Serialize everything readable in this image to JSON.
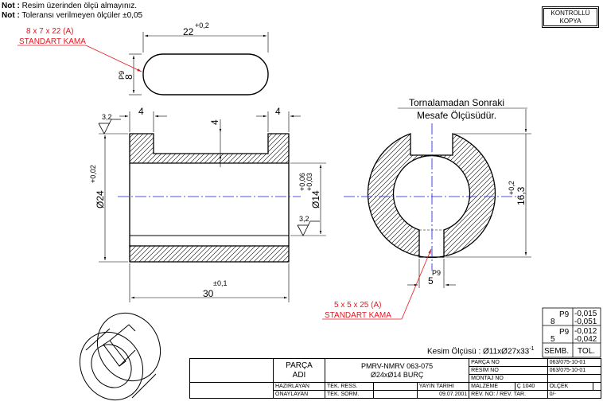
{
  "notes": {
    "label": "Not :",
    "line1": "Resim üzerinden ölçü almayınız.",
    "line2": "Toleransı verilmeyen ölçüler  ±0,05"
  },
  "stamp": {
    "line1": "KONTROLLÜ",
    "line2": "KOPYA"
  },
  "key_top": {
    "spec": "8 x 7 x 22 (A)",
    "name": "STANDART KAMA",
    "length": "22",
    "length_tol": "+0,2",
    "width": "8",
    "width_fit": "P9"
  },
  "section_view": {
    "roughness_outer": "3,2",
    "roughness_bore": "3,2",
    "shoulder_left": "4",
    "shoulder_right": "4",
    "slot_depth": "4",
    "outer_dia": "Ø24",
    "outer_tol": "+0,02",
    "bore_dia": "Ø14",
    "bore_tol_upper": "+0,06",
    "bore_tol_lower": "+0,03",
    "length": "30",
    "length_tol": "±0,1"
  },
  "end_view": {
    "note_line1": "Tornalamadan Sonraki",
    "note_line2": "Mesafe Ölçüsüdür.",
    "dim": "16,3",
    "dim_tol": "+0,2",
    "keyway_width": "5",
    "keyway_fit": "P9"
  },
  "key_bottom": {
    "spec": "5 x 5 x 25 (A)",
    "name": "STANDART KAMA"
  },
  "tolerance_table": {
    "rows": [
      {
        "fit": "P9",
        "size": "8",
        "upper": "-0,015",
        "lower": "-0,051"
      },
      {
        "fit": "P9",
        "size": "5",
        "upper": "-0,012",
        "lower": "-0,042"
      }
    ],
    "header_semb": "SEMB.",
    "header_tol": "TOL."
  },
  "cut_size": {
    "label": "Kesim Ölçüsü : Ø11xØ27x33",
    "sup": "-1"
  },
  "title_block": {
    "part_label_1": "PARÇA",
    "part_label_2": "ADI",
    "part_name_1": "PMRV-NMRV 063-075",
    "part_name_2": "Ø24xØ14 BURÇ",
    "parca_no_label": "PARÇA NO",
    "parca_no": "063/075-10-01",
    "resim_no_label": "RESİM NO",
    "resim_no": "063/075-10-01",
    "montaj_no_label": "MONTAJ NO",
    "montaj_no": "",
    "hazirlayan": "HAZIRLAYAN",
    "tek_ress": "TEK. RESS.",
    "yayin_tarihi": "YAYIN TARİHİ",
    "malzeme": "MALZEME",
    "malzeme_val": "Ç 1040",
    "olcek": "ÖLÇEK",
    "onaylayan": "ONAYLAYAN",
    "tek_sorm": "TEK. SORM.",
    "date": "09.07.2001",
    "rev_label": "REV. NO: / REV. TAR.",
    "rev_val": "0/-"
  },
  "colors": {
    "red": "#e8141c",
    "blue": "#1a1ad6",
    "black": "#000000"
  }
}
